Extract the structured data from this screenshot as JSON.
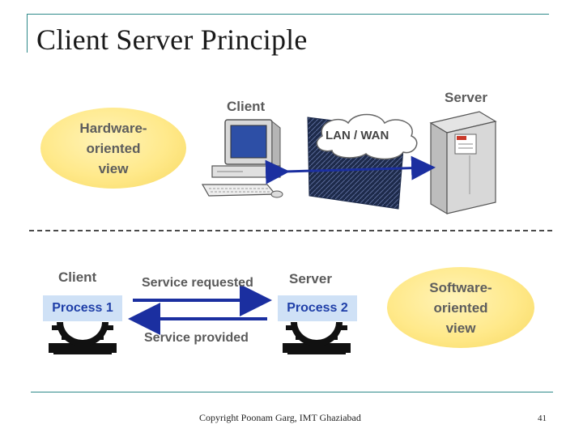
{
  "slide": {
    "title": "Client Server Principle",
    "footer": "Copyright Poonam Garg, IMT Ghaziabad",
    "page_number": "41"
  },
  "hardware_view": {
    "bubble_text": "Hardware-\noriented\nview",
    "client_label": "Client",
    "server_label": "Server",
    "network_label": "LAN / WAN"
  },
  "software_view": {
    "bubble_text": "Software-\noriented\nview",
    "client_label": "Client",
    "server_label": "Server",
    "process_1": "Process 1",
    "process_2": "Process 2",
    "request_label": "Service requested",
    "response_label": "Service provided"
  },
  "colors": {
    "accent_line": "#2e8a8a",
    "bubble": "#ffe98a",
    "process_box": "#cfe1f6",
    "process_text": "#1f3fa8",
    "arrow": "#1b2fa0"
  }
}
